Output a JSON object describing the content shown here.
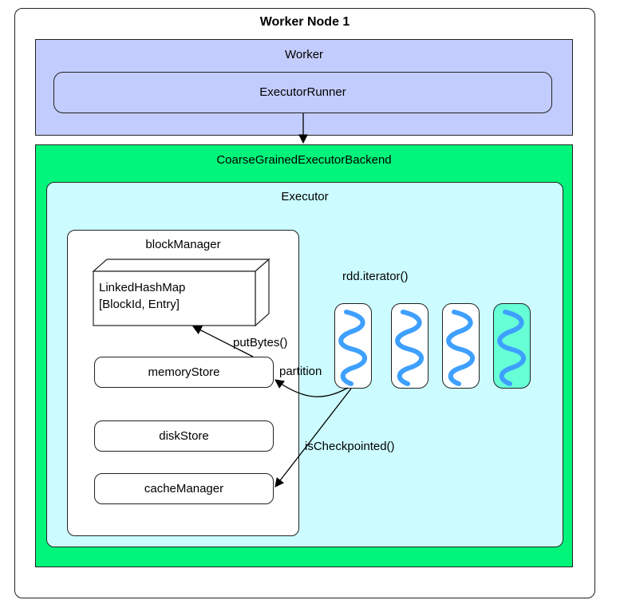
{
  "outer": {
    "title": "Worker Node 1"
  },
  "worker": {
    "label": "Worker",
    "runner_label": "ExecutorRunner"
  },
  "backend": {
    "label": "CoarseGrainedExecutorBackend"
  },
  "executor": {
    "label": "Executor",
    "block_manager": {
      "label": "blockManager",
      "hashmap_line1": "LinkedHashMap",
      "hashmap_line2": "[BlockId, Entry]",
      "memory_store": "memoryStore",
      "disk_store": "diskStore",
      "cache_manager": "cacheManager"
    },
    "rdd_iterator": "rdd.iterator()",
    "partitions": [
      {
        "fill": "#ffffff"
      },
      {
        "fill": "#ffffff"
      },
      {
        "fill": "#ffffff"
      },
      {
        "fill": "#66ffd6"
      }
    ],
    "wave_color": "#3ea0ff"
  },
  "edges": {
    "put_bytes": "putBytes()",
    "partition": "partition",
    "is_checkpointed": "isCheckpointed()"
  }
}
